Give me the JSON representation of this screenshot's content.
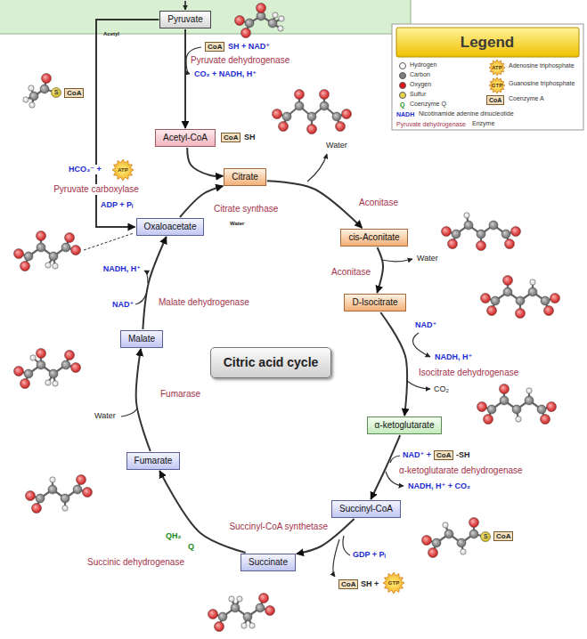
{
  "diagram": {
    "nodes": [
      {
        "text": [
          "Pyruvate"
        ]
      },
      {
        "text": [
          "Acetyl-CoA"
        ]
      },
      {
        "text": [
          "Citrate"
        ]
      },
      {
        "text": [
          "cis-Aconitate"
        ]
      },
      {
        "text": [
          "D-Isocitrate"
        ]
      },
      {
        "text": [
          "α-ketoglutarate"
        ]
      },
      {
        "text": [
          "Succinyl-CoA"
        ]
      },
      {
        "text": [
          "Succinate"
        ]
      },
      {
        "text": [
          "Fumarate"
        ]
      },
      {
        "text": [
          "Malate"
        ]
      },
      {
        "text": [
          "Oxaloacetate"
        ]
      },
      {
        "text": [
          "Citric acid cycle"
        ]
      }
    ],
    "edges": [
      {
        "from": 0,
        "to": 1,
        "arrow": "to",
        "label": "Pyruvate dehydrogenase"
      },
      {
        "from": 0,
        "to": 10,
        "arrow": "to",
        "label": "Pyruvate carboxylase"
      },
      {
        "from": 1,
        "to": 2,
        "arrow": "to"
      },
      {
        "from": 10,
        "to": 2,
        "arrow": "to",
        "label": "Citrate synthase"
      },
      {
        "from": 2,
        "to": 3,
        "arrow": "to",
        "label": "Aconitase"
      },
      {
        "from": 3,
        "to": 4,
        "arrow": "to",
        "label": "Aconitase"
      },
      {
        "from": 4,
        "to": 5,
        "arrow": "to",
        "label": "Isocitrate dehydrogenase"
      },
      {
        "from": 5,
        "to": 6,
        "arrow": "to",
        "label": "α-ketoglutarate dehydrogenase"
      },
      {
        "from": 6,
        "to": 7,
        "arrow": "to",
        "label": "Succinyl-CoA synthetase"
      },
      {
        "from": 7,
        "to": 8,
        "arrow": "to",
        "label": "Succinic dehydrogenase"
      },
      {
        "from": 8,
        "to": 9,
        "arrow": "to",
        "label": "Fumarase"
      },
      {
        "from": 9,
        "to": 10,
        "arrow": "to",
        "label": "Malate dehydrogenase"
      }
    ],
    "labels": [
      "Acetyl",
      "CoA",
      "SH + NAD⁺",
      "CO₂ + NADH, H⁺",
      "CoA",
      "S",
      "CoA",
      "SH",
      "Water",
      "HCO₃⁻ +",
      "ATP",
      "ADP + Pᵢ",
      "Water",
      "Water",
      "NAD⁺",
      "NADH, H⁺",
      "CO₂",
      "NAD⁺ +",
      "CoA",
      "-SH",
      "NADH, H⁺ + CO₂",
      "GDP + Pᵢ",
      "CoA",
      "SH +",
      "GTP",
      "S",
      "CoA",
      "QH₂",
      "Q",
      "Water",
      "NAD⁺",
      "NADH, H⁺",
      "Legend",
      "ATP",
      "GTP",
      "CoA",
      "Q",
      "NADH",
      "Pyruvate dehydrogenase"
    ],
    "legend": [
      {
        "text": "Hydrogen",
        "color": "#ffffff"
      },
      {
        "text": "Carbon",
        "color": "#7f7f7f"
      },
      {
        "text": "Oxygen",
        "color": "#e3131b"
      },
      {
        "text": "Sulfur",
        "color": "#e8d44d"
      },
      {
        "text": "Coenzyme Q"
      },
      {
        "text": "Nicotinamide adenine dinucleotide"
      },
      {
        "text": "Enzyme"
      },
      {
        "text": "Adenosine triphosphate"
      },
      {
        "text": "Guanosine triphosphate"
      },
      {
        "text": "Coenzyme A"
      }
    ]
  }
}
